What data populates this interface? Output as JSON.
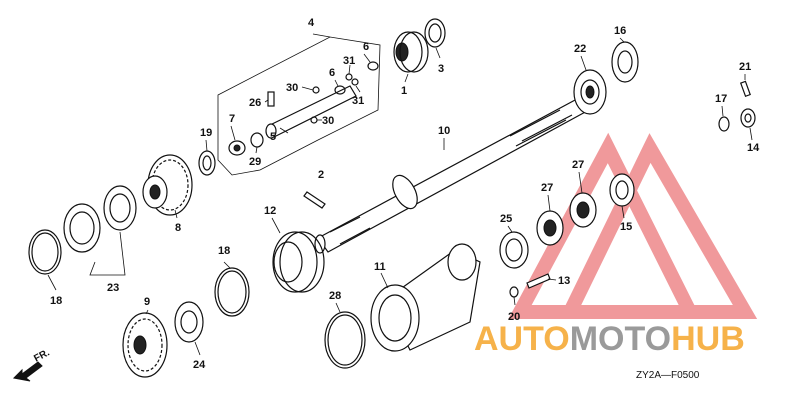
{
  "parts": [
    {
      "label": "1"
    },
    {
      "label": "2"
    },
    {
      "label": "3"
    },
    {
      "label": "4"
    },
    {
      "label": "5"
    },
    {
      "label": "6"
    },
    {
      "label": "6"
    },
    {
      "label": "7"
    },
    {
      "label": "8"
    },
    {
      "label": "9"
    },
    {
      "label": "10"
    },
    {
      "label": "11"
    },
    {
      "label": "12"
    },
    {
      "label": "13"
    },
    {
      "label": "14"
    },
    {
      "label": "15"
    },
    {
      "label": "16"
    },
    {
      "label": "17"
    },
    {
      "label": "18"
    },
    {
      "label": "18"
    },
    {
      "label": "19"
    },
    {
      "label": "20"
    },
    {
      "label": "21"
    },
    {
      "label": "22"
    },
    {
      "label": "23"
    },
    {
      "label": "24"
    },
    {
      "label": "25"
    },
    {
      "label": "26"
    },
    {
      "label": "27"
    },
    {
      "label": "27"
    },
    {
      "label": "28"
    },
    {
      "label": "29"
    },
    {
      "label": "30"
    },
    {
      "label": "30"
    },
    {
      "label": "31"
    },
    {
      "label": "31"
    }
  ],
  "direction_label": "FR.",
  "diagram_code": "ZY2A—F0500",
  "watermark": {
    "auto": "AUTO",
    "moto": "MOTO",
    "hub": "HUB",
    "orange": "#f6b24a",
    "gray": "#9a9a9a",
    "red": "#e4474a"
  }
}
